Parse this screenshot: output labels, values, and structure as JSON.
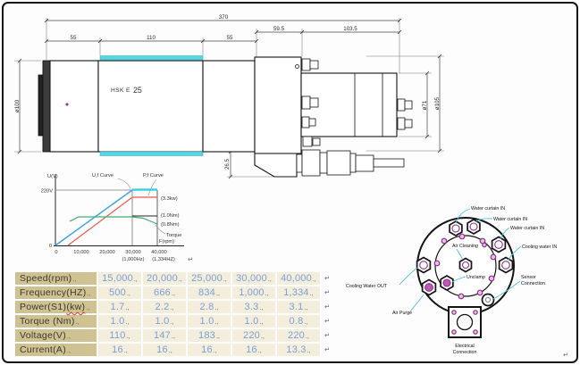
{
  "page": {
    "return_mark": "↵"
  },
  "drawing": {
    "model_prefix": "HSK E",
    "model_size": "25",
    "dim_total": "370",
    "dim_seg1": "55",
    "dim_seg2": "110",
    "dim_seg3": "55",
    "dim_seg4": "59.5",
    "dim_seg5": "103.5",
    "dia_front": "ø100",
    "dia_rear_inner": "ø71",
    "dia_rear_outer": "ø105",
    "dim_connector_drop": "26.5"
  },
  "chart": {
    "ylab": "U(V)",
    "uf": "U,f Curve",
    "pf": "P,f Curve",
    "ymax": "220V",
    "yzero": "0",
    "xzero": "0",
    "t10": "10,000",
    "t20": "20,000",
    "t30": "30,000",
    "t40": "40,000",
    "sub30": "(1,000Hz)",
    "sub40": "(1,334HZ)",
    "xlab": "F(rpm)",
    "a_power": "(3.3kw)",
    "a_t1": "(1.0Nm)",
    "a_t2": "(0.8Nm)",
    "a_torque": "Torque",
    "px": {
      "uf": "62,275 148,213",
      "uf_const": "148,212.6 176,212.6",
      "pf": "76,275 148,221 176,221",
      "torque": "78,248 88,243 148,243 160,244.5 176,251",
      "ref_line": "148,242 176,242"
    }
  },
  "chart_data": {
    "type": "line",
    "title": "U,f / P,f characteristic curves",
    "xlabel": "F(rpm)",
    "ylabel": "U(V)",
    "x_tick_labels": [
      "0",
      "10,000",
      "20,000",
      "30,000",
      "40,000"
    ],
    "x_sub_labels": {
      "30000": "(1,000Hz)",
      "40000": "(1,334HZ)"
    },
    "y_tick_labels": [
      "0",
      "220V"
    ],
    "xlim": [
      0,
      40000
    ],
    "grid": false,
    "legend_position": "top",
    "series": [
      {
        "name": "U,f Curve",
        "unit": "V",
        "points": [
          [
            0,
            0
          ],
          [
            30000,
            220
          ],
          [
            40000,
            220
          ]
        ]
      },
      {
        "name": "P,f Curve",
        "unit": "kW",
        "points": [
          [
            5000,
            0
          ],
          [
            30000,
            3.3
          ],
          [
            40000,
            3.1
          ]
        ],
        "annotation": "(3.3kw)"
      },
      {
        "name": "Torque",
        "unit": "Nm",
        "points": [
          [
            4000,
            0.93
          ],
          [
            8000,
            1.0
          ],
          [
            30000,
            1.0
          ],
          [
            40000,
            0.8
          ]
        ],
        "annotations": [
          "(1.0Nm)",
          "(0.8Nm)"
        ]
      }
    ]
  },
  "ports": {
    "water_curtain_in_1": "Water curtain IN",
    "water_curtain_in_2": "Water curtain IN",
    "water_curtain_in_3": "Water curtain IN",
    "cooling_water_in": "Cooling water IN",
    "sensor_l1": "Sensor",
    "sensor_l2": "Connection",
    "cooling_water_out": "Cooling Water OUT",
    "air_purge": "Air Purge",
    "air_cleaning": "Air Cleaning",
    "unclamp": "Unclamp",
    "electrical_l1": "Electrical",
    "electrical_l2": "Connection"
  },
  "table": {
    "end_mark": ".,",
    "rows": [
      {
        "label": "Speed(rpm)",
        "values": [
          "15,000",
          "20,000",
          "25,000",
          "30,000",
          "40,000"
        ]
      },
      {
        "label": "Frequency(HZ)",
        "values": [
          "500",
          "666",
          "834",
          "1,000",
          "1,334"
        ]
      },
      {
        "label": "Power(S1)",
        "label_kw": "(kw)",
        "values": [
          "1.7",
          "2.2",
          "2.8",
          "3.3",
          "3.1"
        ]
      },
      {
        "label": "Torque (Nm)",
        "values": [
          "1.0",
          "1.0",
          "1.0",
          "1.0",
          "0.8"
        ]
      },
      {
        "label": "Voltage(V)",
        "values": [
          "110",
          "147",
          "183",
          "220",
          "220"
        ]
      },
      {
        "label": "Current(A)",
        "values": [
          "16",
          "16",
          "16",
          "16",
          "13.3"
        ]
      }
    ]
  }
}
